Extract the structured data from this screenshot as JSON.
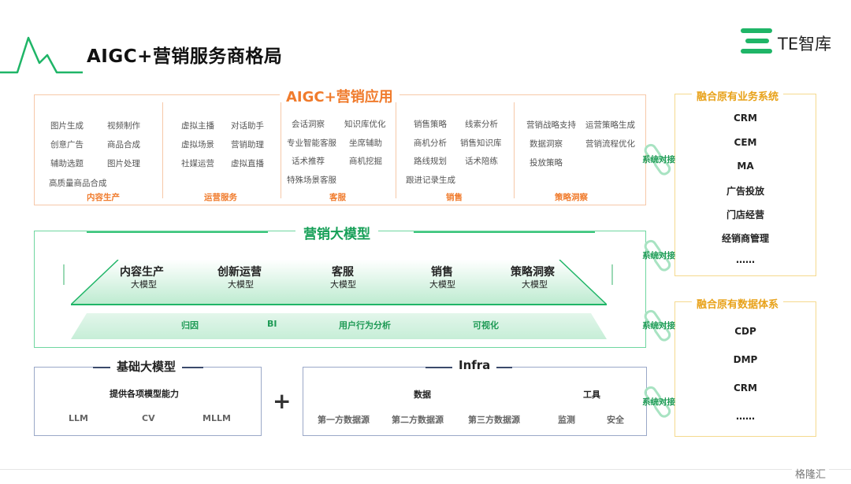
{
  "header": {
    "title": "AIGC+营销服务商格局",
    "logo_text": "TE智库"
  },
  "applications": {
    "title": "AIGC+营销应用",
    "columns": [
      {
        "label": "内容生产",
        "items": [
          "图片生成",
          "视频制作",
          "创意广告",
          "商品合成",
          "辅助选题",
          "图片处理",
          "高质量商品合成"
        ]
      },
      {
        "label": "运营服务",
        "items": [
          "虚拟主播",
          "对话助手",
          "虚拟场景",
          "营销助理",
          "社媒运营",
          "虚拟直播"
        ]
      },
      {
        "label": "客服",
        "items": [
          "会话洞察",
          "知识库优化",
          "专业智能客服",
          "坐席辅助",
          "话术推荐",
          "商机挖掘",
          "特殊场景客服"
        ]
      },
      {
        "label": "销售",
        "items": [
          "销售策略",
          "线索分析",
          "商机分析",
          "销售知识库",
          "路线规划",
          "话术陪练",
          "跟进记录生成"
        ]
      },
      {
        "label": "策略洞察",
        "items": [
          "营销战略支持",
          "运营策略生成",
          "数据洞察",
          "营销流程优化",
          "投放策略"
        ]
      }
    ]
  },
  "marketing_model": {
    "title": "营销大模型",
    "models": [
      {
        "name": "内容生产",
        "sub": "大模型"
      },
      {
        "name": "创新运营",
        "sub": "大模型"
      },
      {
        "name": "客服",
        "sub": "大模型"
      },
      {
        "name": "销售",
        "sub": "大模型"
      },
      {
        "name": "策略洞察",
        "sub": "大模型"
      }
    ],
    "capabilities": [
      "归因",
      "BI",
      "用户行为分析",
      "可视化"
    ]
  },
  "base_model": {
    "title": "基础大模型",
    "subtitle": "提供各项模型能力",
    "items": [
      "LLM",
      "CV",
      "MLLM"
    ]
  },
  "plus_sign": "+",
  "infra": {
    "title": "Infra",
    "data_label": "数据",
    "tools_label": "工具",
    "data_items": [
      "第一方数据源",
      "第二方数据源",
      "第三方数据源"
    ],
    "tool_items": [
      "监测",
      "安全"
    ]
  },
  "business_systems": {
    "title": "融合原有业务系统",
    "items": [
      "CRM",
      "CEM",
      "MA",
      "广告投放",
      "门店经营",
      "经销商管理",
      "……"
    ]
  },
  "data_systems": {
    "title": "融合原有数据体系",
    "items": [
      "CDP",
      "DMP",
      "CRM",
      "……"
    ]
  },
  "connector_label": "系统对接",
  "watermark": "格隆汇",
  "colors": {
    "orange": "#f07b2c",
    "green": "#17a058",
    "gold": "#e8a21a",
    "navy": "#3b4a6b"
  }
}
